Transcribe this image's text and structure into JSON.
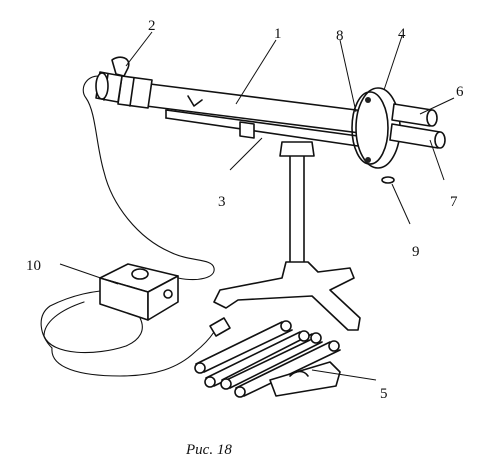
{
  "figure": {
    "caption": "Рис. 18",
    "labels": {
      "l1": "1",
      "l2": "2",
      "l3": "3",
      "l4": "4",
      "l5": "5",
      "l6": "6",
      "l7": "7",
      "l8": "8",
      "l9": "9",
      "l10": "10"
    }
  }
}
